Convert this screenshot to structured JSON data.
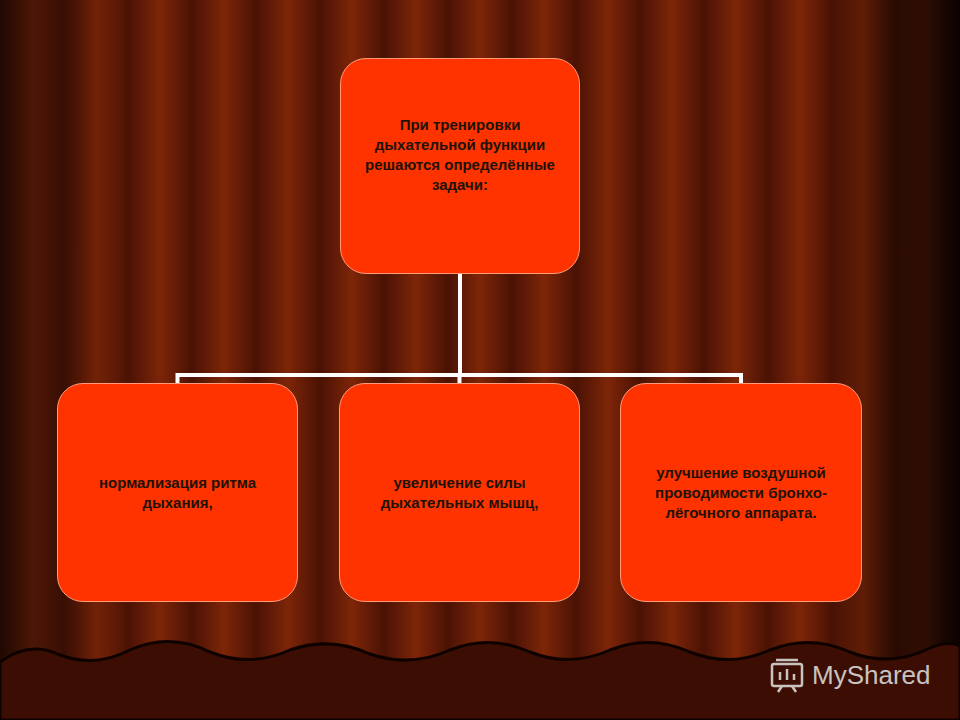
{
  "diagram": {
    "nodes": [
      {
        "text": [
          "При тренировки дыхательной функции решаются определённые задачи:"
        ]
      },
      {
        "text": [
          "нормализация ритма дыхания,"
        ]
      },
      {
        "text": [
          "увеличение силы дыхательных мышц,"
        ]
      },
      {
        "text": [
          "улучшение воздушной проводимости бронхо-лёгочного аппарата."
        ]
      }
    ],
    "edges": [
      {
        "from": 0,
        "to": 1,
        "arrow": "none"
      },
      {
        "from": 0,
        "to": 2,
        "arrow": "none"
      },
      {
        "from": 0,
        "to": 3,
        "arrow": "none"
      }
    ],
    "labels": [
      "MyShared"
    ]
  }
}
